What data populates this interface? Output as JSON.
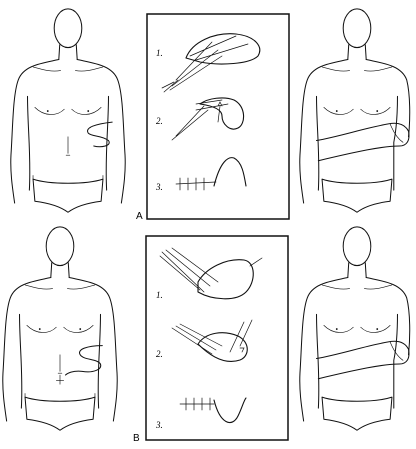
{
  "panels": [
    {
      "label": "A",
      "steps": [
        "1.",
        "2.",
        "3."
      ]
    },
    {
      "label": "B",
      "steps": [
        "1.",
        "2.",
        "3."
      ]
    }
  ]
}
